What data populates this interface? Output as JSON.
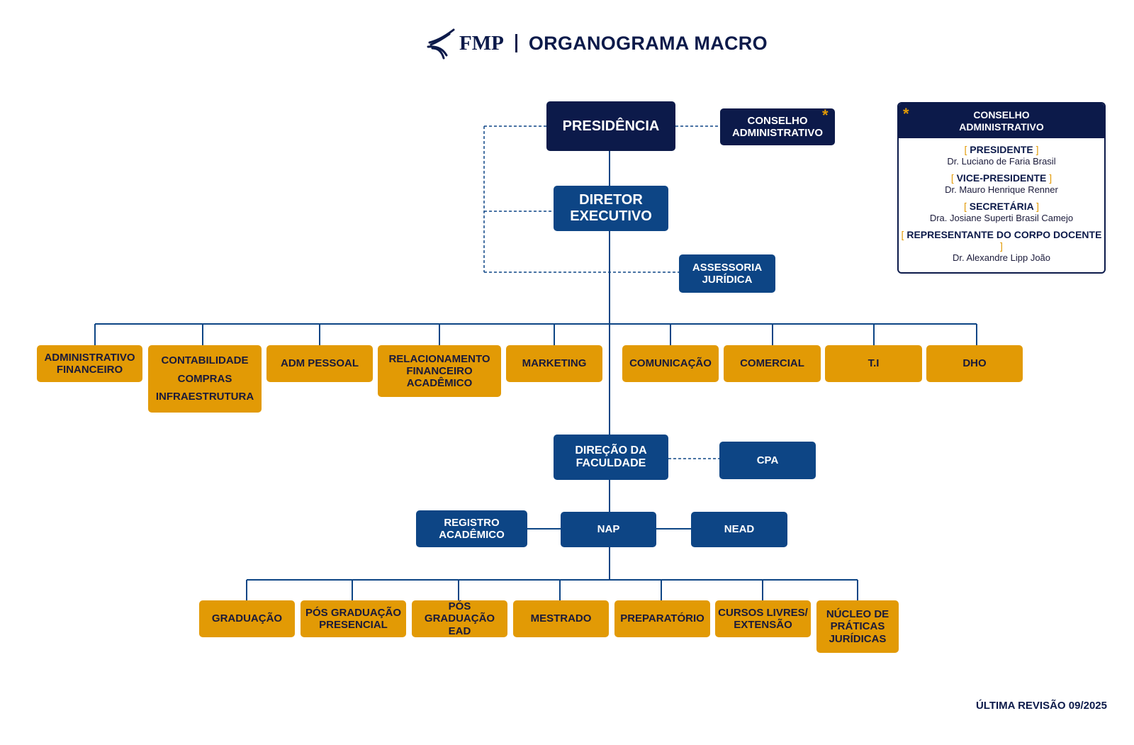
{
  "header": {
    "logo_text": "FMP",
    "title": "ORGANOGRAMA MACRO"
  },
  "colors": {
    "navy": "#0c1a4a",
    "blue": "#0d4585",
    "gold": "#e29a05"
  },
  "top": {
    "presidencia": "PRESIDÊNCIA",
    "conselho": "CONSELHO\nADMINISTRATIVO",
    "conselho_marker": "*",
    "diretor": "DIRETOR\nEXECUTIVO",
    "assessoria": "ASSESSORIA\nJURÍDICA"
  },
  "departments": [
    "ADMINISTRATIVO\nFINANCEIRO",
    "CONTABILIDADE\nCOMPRAS\nINFRAESTRUTURA",
    "ADM PESSOAL",
    "RELACIONAMENTO\nFINANCEIRO\nACADÊMICO",
    "MARKETING",
    "COMUNICAÇÃO",
    "COMERCIAL",
    "T.I",
    "DHO"
  ],
  "faculdade": {
    "direcao": "DIREÇÃO DA\nFACULDADE",
    "cpa": "CPA",
    "registro": "REGISTRO\nACADÊMICO",
    "nap": "NAP",
    "nead": "NEAD"
  },
  "programs": [
    "GRADUAÇÃO",
    "PÓS GRADUAÇÃO\nPRESENCIAL",
    "PÓS GRADUAÇÃO\nEAD",
    "MESTRADO",
    "PREPARATÓRIO",
    "CURSOS LIVRES/\nEXTENSÃO",
    "NÚCLEO DE\nPRÁTICAS\nJURÍDICAS"
  ],
  "legend": {
    "marker": "*",
    "title": "CONSELHO\nADMINISTRATIVO",
    "bracket_open": "[",
    "bracket_close": "]",
    "members": [
      {
        "role": "PRESIDENTE",
        "name": "Dr. Luciano de Faria Brasil"
      },
      {
        "role": "VICE-PRESIDENTE",
        "name": "Dr. Mauro Henrique Renner"
      },
      {
        "role": "SECRETÁRIA",
        "name": "Dra. Josiane Superti Brasil Camejo"
      },
      {
        "role": "REPRESENTANTE DO CORPO DOCENTE",
        "name": "Dr. Alexandre Lipp João"
      }
    ]
  },
  "footer": "ÚLTIMA REVISÃO 09/2025"
}
